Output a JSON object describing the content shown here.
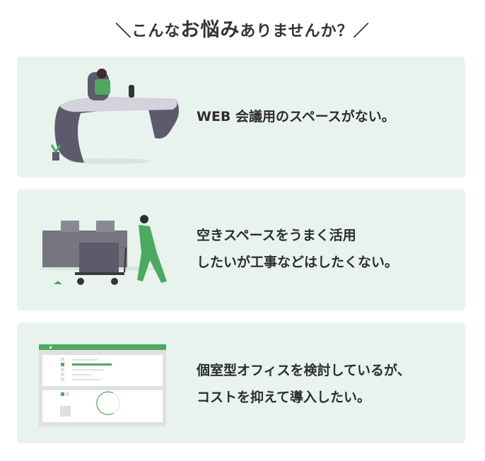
{
  "title": {
    "prefix": "＼こんな",
    "emphasis": "お悩み",
    "suffix": "ありませんか？／"
  },
  "problems": [
    {
      "lines": [
        "WEB 会議用のスペースがない。"
      ]
    },
    {
      "lines": [
        "空きスペースをうまく活用",
        "したいが工事などはしたくない。"
      ]
    },
    {
      "lines": [
        "個室型オフィスを検討しているが、",
        "コストを抑えて導入したい。"
      ]
    }
  ],
  "colors": {
    "accent": "#4fa862",
    "card": "#e8f3ee"
  }
}
